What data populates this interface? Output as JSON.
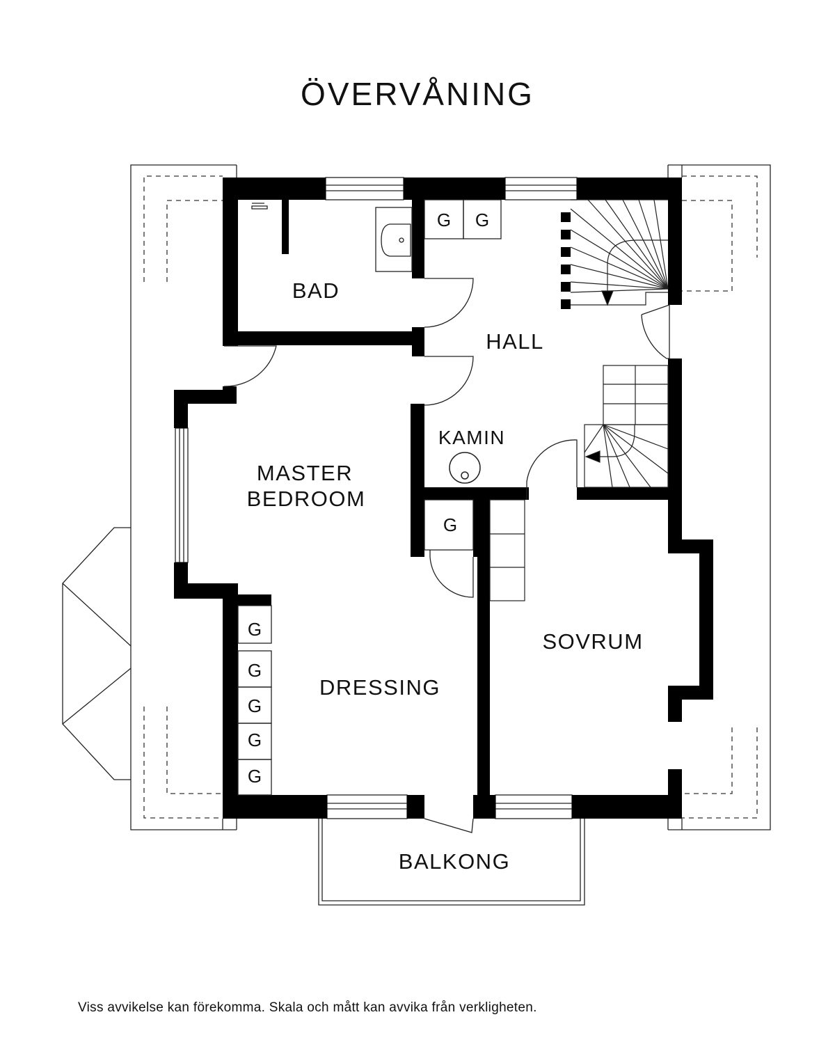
{
  "title": "ÖVERVÅNING",
  "rooms": {
    "bad": "BAD",
    "hall": "HALL",
    "kamin": "KAMIN",
    "master_line1": "MASTER",
    "master_line2": "BEDROOM",
    "dressing": "DRESSING",
    "sovrum": "SOVRUM",
    "balkong": "BALKONG"
  },
  "wardrobe_label": "G",
  "disclaimer": "Viss avvikelse kan förekomma. Skala och mått kan avvika från verkligheten."
}
